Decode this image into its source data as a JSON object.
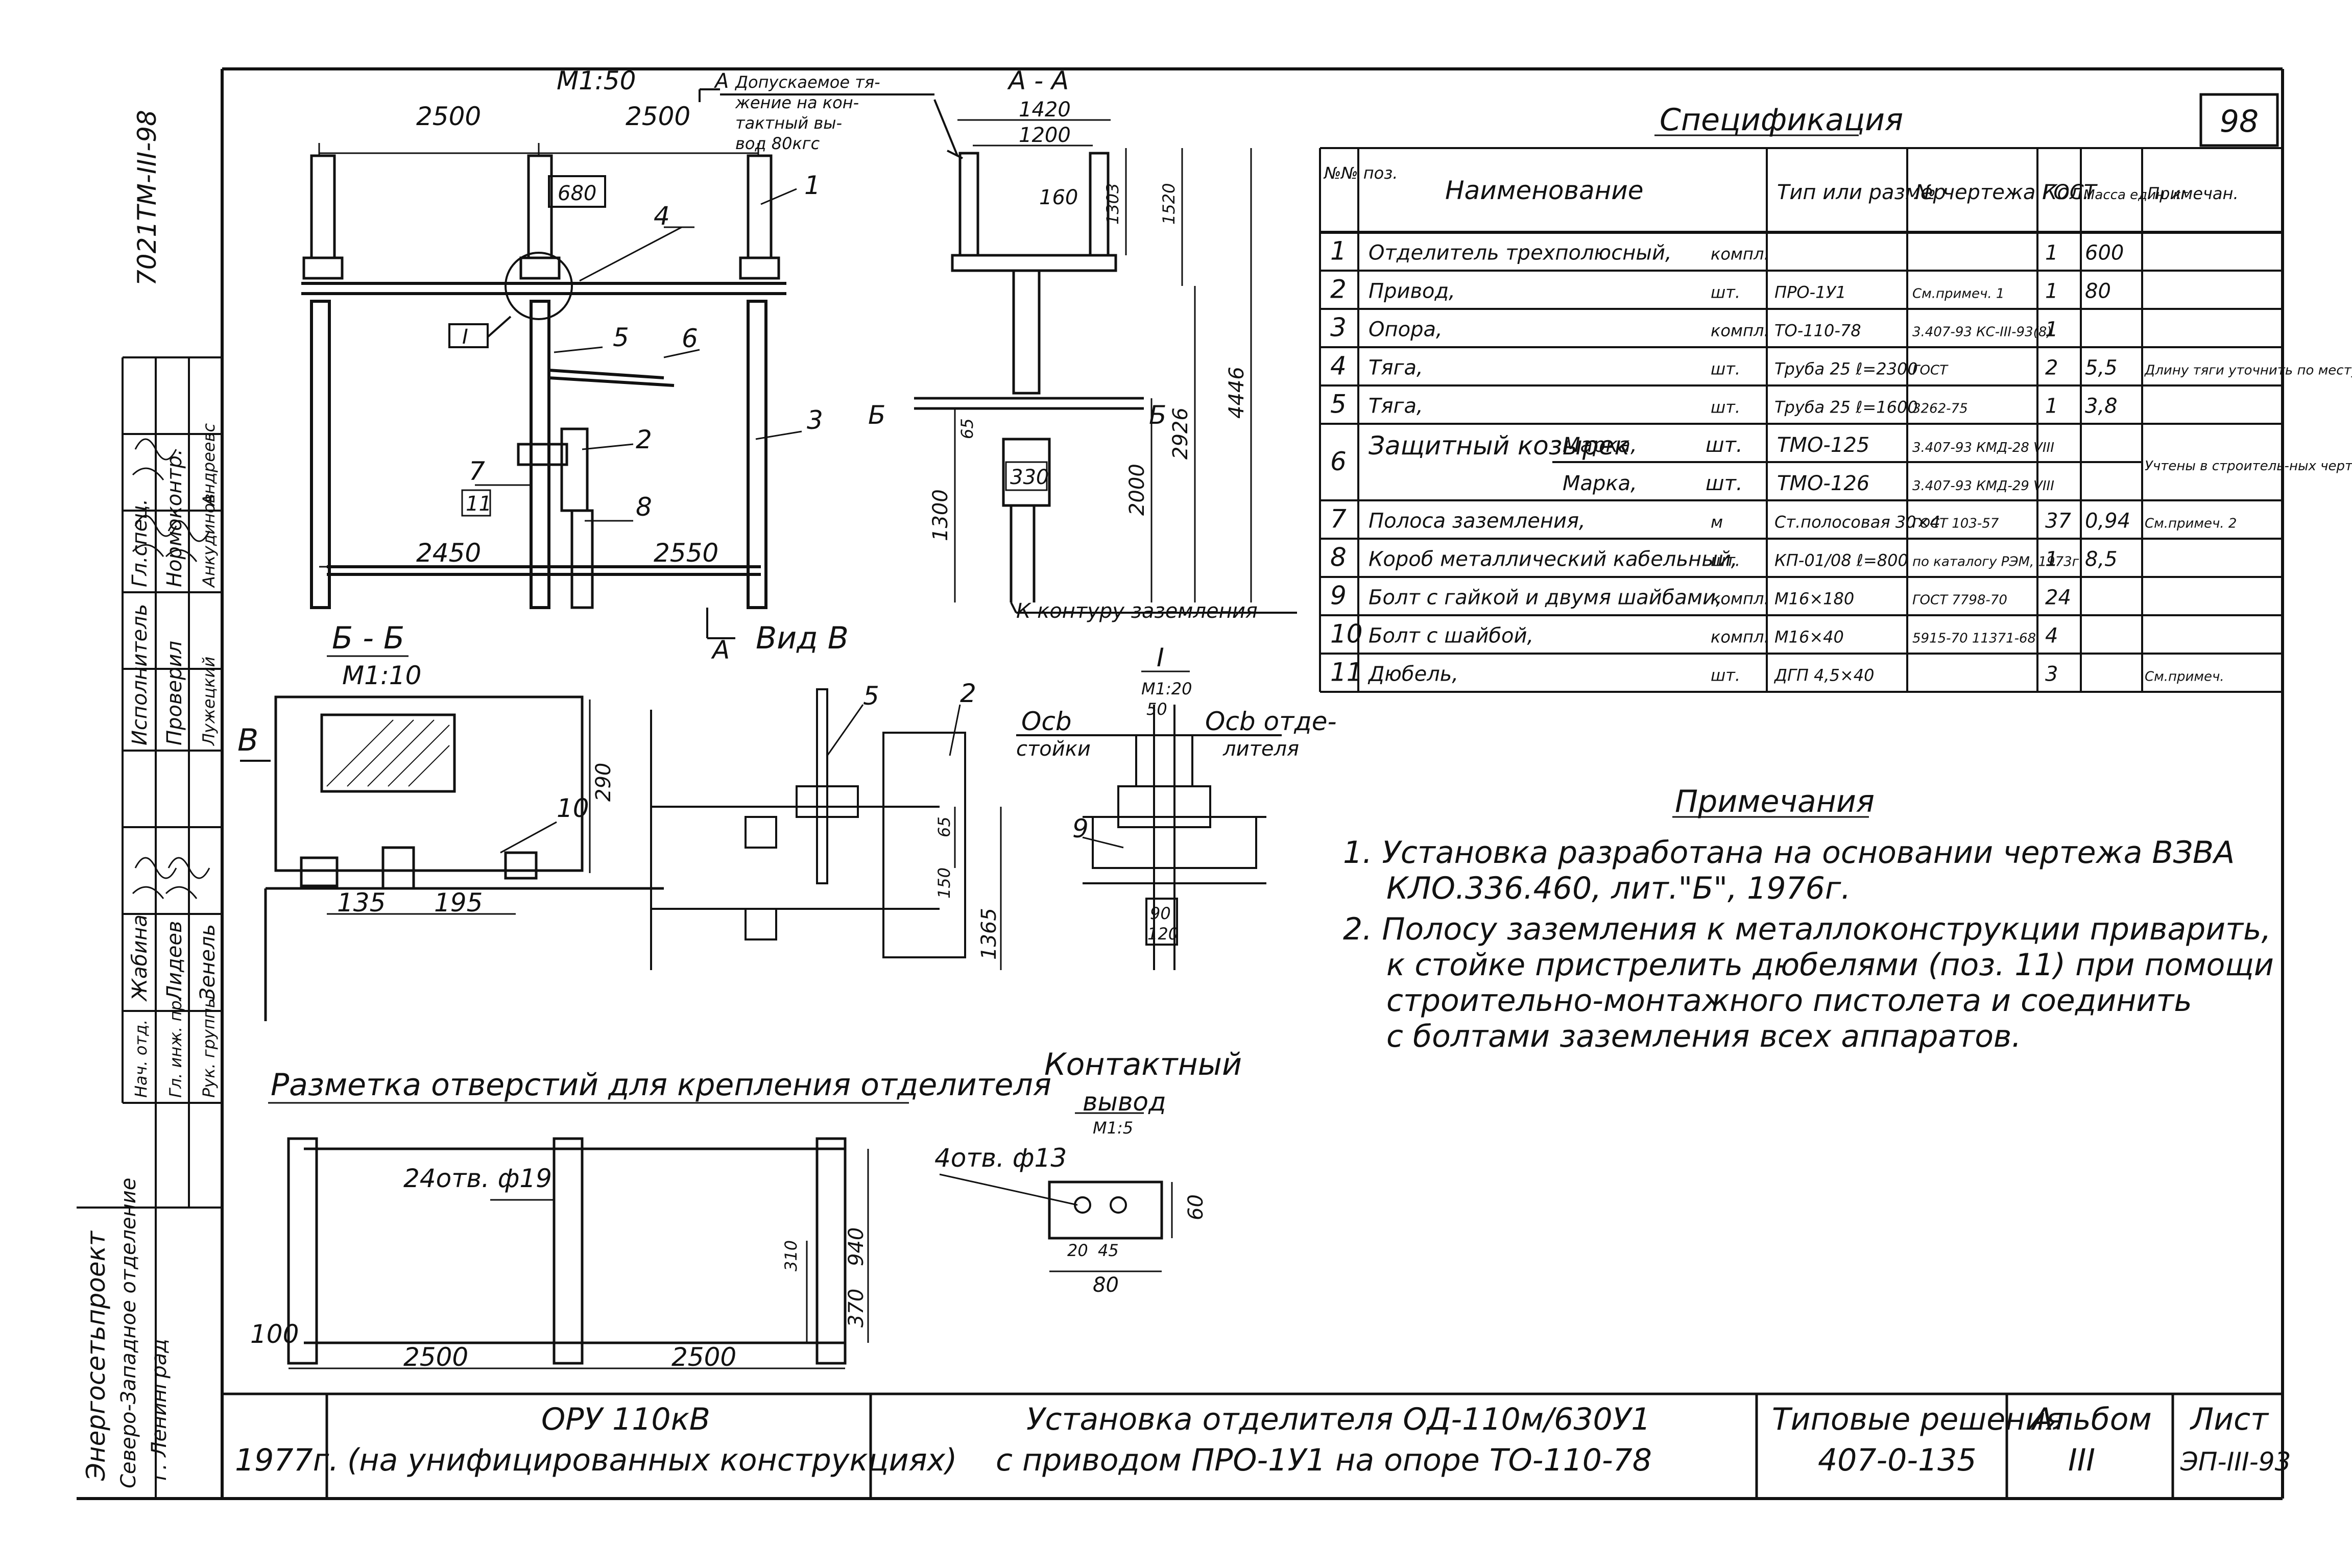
{
  "sheet_number": "98",
  "stamp_vertical": "7021ТМ-III-98",
  "main_view": {
    "scale": "М1:50",
    "dims": {
      "top_left": "2500",
      "top_right": "2500",
      "bottom_left": "2450",
      "bottom_right": "2550",
      "box": "680"
    },
    "positions": {
      "p1": "1",
      "p2": "2",
      "p3": "3",
      "p4": "4",
      "p5": "5",
      "p6": "6",
      "p7": "7",
      "p8": "8",
      "p11": "11"
    },
    "detail_mark": "I"
  },
  "note_A": {
    "letter": "А",
    "text_line1": "Допускаемое тя-",
    "text_line2": "жение на кон-",
    "text_line3": "тактный вы-",
    "text_line4": "вод 80кгс"
  },
  "section_AA": {
    "title": "А - А",
    "dims": {
      "w1420": "1420",
      "w1200": "1200",
      "d160": "160",
      "h1303": "1303",
      "h1520": "1520",
      "h4446": "4446",
      "h2926": "2926",
      "h2000": "2000",
      "h1300": "1300",
      "h65": "65",
      "box330": "330"
    },
    "marks": {
      "b_left": "Б",
      "b_right": "Б"
    },
    "ground_label": "К контуру заземления"
  },
  "spec": {
    "title": "Спецификация",
    "headers": {
      "pos": "№№ поз.",
      "name": "Наименование",
      "type": "Тип или размер",
      "gost": "№ чертежа ГОСТ",
      "qty": "Кол.",
      "mass": "Масса един. кг",
      "note": "Примечан."
    },
    "rows": [
      {
        "pos": "1",
        "name": "Отделитель трехполюсный,",
        "unit": "компл.",
        "type": "",
        "gost": "",
        "qty": "1",
        "mass": "600",
        "note": ""
      },
      {
        "pos": "2",
        "name": "Привод,",
        "unit": "шт.",
        "type": "ПРО-1У1",
        "gost": "См.примеч. 1",
        "qty": "1",
        "mass": "80",
        "note": ""
      },
      {
        "pos": "3",
        "name": "Опора,",
        "unit": "компл.",
        "type": "ТО-110-78",
        "gost": "3.407-93 КС-III-93(8)",
        "qty": "1",
        "mass": "",
        "note": ""
      },
      {
        "pos": "4",
        "name": "Тяга,",
        "unit": "шт.",
        "type": "Труба 25 ℓ=2300",
        "gost": "ГОСТ",
        "qty": "2",
        "mass": "5,5",
        "note": "Длину тяги уточнить по месту"
      },
      {
        "pos": "5",
        "name": "Тяга,",
        "unit": "шт.",
        "type": "Труба 25 ℓ=1600",
        "gost": "3262-75",
        "qty": "1",
        "mass": "3,8",
        "note": ""
      },
      {
        "pos": "6",
        "name": "Защитный козырек",
        "sub1": "Марка,",
        "sub2": "Марка,",
        "unit": "шт.",
        "type1": "ТМО-125",
        "type2": "ТМО-126",
        "gost1": "3.407-93 КМД-28 VIII",
        "gost2": "3.407-93 КМД-29 VIII",
        "qty": "",
        "mass": "",
        "note": "Учтены в строитель-ных чертежах"
      },
      {
        "pos": "7",
        "name": "Полоса заземления,",
        "unit": "м",
        "type": "Ст.полосовая 30×4",
        "gost": "ГОСТ 103-57",
        "qty": "37",
        "mass": "0,94",
        "note": "См.примеч. 2"
      },
      {
        "pos": "8",
        "name": "Короб металлический кабельный,",
        "unit": "шт.",
        "type": "КП-01/08 ℓ=800",
        "gost": "по каталогу РЭМ, 1973г.",
        "qty": "1",
        "mass": "8,5",
        "note": ""
      },
      {
        "pos": "9",
        "name": "Болт с гайкой и двумя шайбами,",
        "unit": "компл.",
        "type": "М16×180",
        "gost": "ГОСТ 7798-70",
        "qty": "24",
        "mass": "",
        "note": ""
      },
      {
        "pos": "10",
        "name": "Болт с шайбой,",
        "unit": "компл.",
        "type": "М16×40",
        "gost": "5915-70 11371-68",
        "qty": "4",
        "mass": "",
        "note": ""
      },
      {
        "pos": "11",
        "name": "Дюбель,",
        "unit": "шт.",
        "type": "ДГП 4,5×40",
        "gost": "",
        "qty": "3",
        "mass": "",
        "note": "См.примеч."
      }
    ]
  },
  "notes": {
    "title": "Примечания",
    "lines": [
      "1.  Установка разработана на основании чертежа ВЗВА",
      "КЛО.336.460, лит.\"Б\", 1976г.",
      "2.  Полосу заземления к металлоконструкции приварить,",
      "к стойке пристрелить дюбелями (поз. 11) при помощи",
      "строительно-монтажного пистолета и соединить",
      "с болтами заземления всех аппаратов."
    ]
  },
  "section_BB": {
    "title": "Б - Б",
    "scale": "М1:10",
    "view_mark": "В",
    "dims": {
      "d135": "135",
      "d195": "195",
      "d290": "290"
    },
    "pos10": "10"
  },
  "view_B": {
    "title": "Вид В",
    "pos5": "5",
    "pos2": "2",
    "dims": {
      "d65": "65",
      "d150": "150",
      "d1365": "1365"
    }
  },
  "detail_I": {
    "title": "I",
    "scale": "М1:20",
    "left_label1": "Осb",
    "left_label2": "стойки",
    "right_label1": "Осb отде-",
    "right_label2": "лителя",
    "dim50": "50",
    "pos9": "9",
    "dim90": "90",
    "dim120": "120"
  },
  "holes": {
    "title": "Разметка отверстий для крепления отделителя",
    "label": "24отв. ф19",
    "dims": {
      "d100": "100",
      "d2500a": "2500",
      "d2500b": "2500",
      "d310": "310",
      "d940": "940",
      "d370": "370"
    }
  },
  "contact": {
    "title1": "Контактный",
    "title2": "вывод",
    "scale": "М1:5",
    "label": "4отв. ф13",
    "dims": {
      "d20": "20",
      "d45": "45",
      "d80": "80",
      "d60": "60"
    }
  },
  "side_block": {
    "org1": "Энергосетьпроект",
    "org2": "Северо-Западное отделение",
    "org3": "г. Ленинград",
    "roles": [
      "Нач. отд.",
      "Гл. инж. пр.",
      "Рук. группы",
      "Исполнитель",
      "Проверил",
      "Гл.спец.",
      "Нормоконтр."
    ],
    "names": [
      "Жабина",
      "Лидеев",
      "Зенель",
      "Лужецкий",
      "Анкудинов",
      "Андреевс"
    ]
  },
  "title_block": {
    "object_line1": "ОРУ 110кВ",
    "object_line2": "(на унифицированных конструкциях)",
    "year": "1977г.",
    "title_line1": "Установка отделителя ОД-110м/630У1",
    "title_line2": "с приводом ПРО-1У1 на опоре ТО-110-78",
    "series_label": "Типовые решения",
    "series_value": "407-0-135",
    "album_label": "Альбом",
    "album_value": "III",
    "sheet_label": "Лист",
    "sheet_value": "ЭП-III-93"
  }
}
